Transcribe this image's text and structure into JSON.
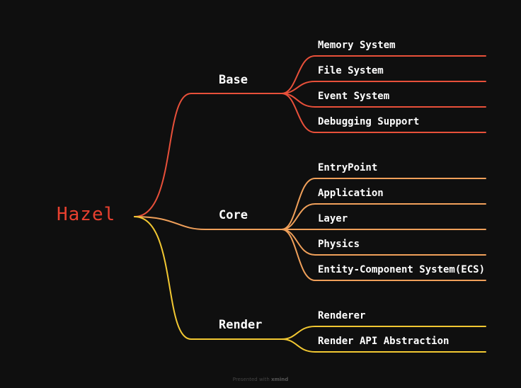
{
  "diagram": {
    "root": {
      "label": "Hazel"
    },
    "branches": [
      {
        "label": "Base",
        "color": "#e8503a",
        "children": [
          "Memory System",
          "File System",
          "Event System",
          "Debugging Support"
        ]
      },
      {
        "label": "Core",
        "color": "#f0a05a",
        "children": [
          "EntryPoint",
          "Application",
          "Layer",
          "Physics",
          "Entity-Component System(ECS)"
        ]
      },
      {
        "label": "Render",
        "color": "#f2c832",
        "children": [
          "Renderer",
          "Render API Abstraction"
        ]
      }
    ]
  },
  "footer": {
    "prefix": "Presented with",
    "brand": "xmind"
  }
}
